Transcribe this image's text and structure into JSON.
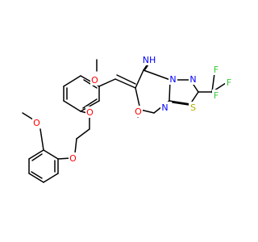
{
  "diagram": {
    "type": "chemical-structure",
    "colors": {
      "bond": "#000000",
      "O": "#ff0000",
      "N": "#0000ff",
      "S": "#b2b200",
      "F": "#33cc33",
      "C": "#000000"
    },
    "atoms": [
      {
        "label": "O",
        "element": "O"
      },
      {
        "label": "O",
        "element": "O"
      },
      {
        "label": "O",
        "element": "O"
      },
      {
        "label": "O",
        "element": "O"
      },
      {
        "label": "O",
        "element": "O"
      },
      {
        "label": "NH",
        "element": "N"
      },
      {
        "label": "N",
        "element": "N"
      },
      {
        "label": "N",
        "element": "N"
      },
      {
        "label": "N",
        "element": "N"
      },
      {
        "label": "S",
        "element": "S"
      },
      {
        "label": "F",
        "element": "F"
      },
      {
        "label": "F",
        "element": "F"
      },
      {
        "label": "F",
        "element": "F"
      }
    ]
  }
}
